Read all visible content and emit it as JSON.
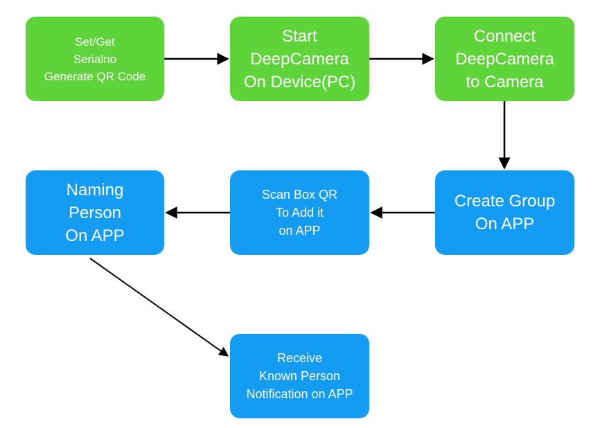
{
  "nodes": {
    "serial": {
      "lines": [
        "Set/Get",
        "Serialno",
        "Generate QR Code"
      ]
    },
    "start": {
      "lines": [
        "Start",
        "DeepCamera",
        "On Device(PC)"
      ]
    },
    "connect": {
      "lines": [
        "Connect",
        "DeepCamera",
        "to Camera"
      ]
    },
    "group": {
      "lines": [
        "Create Group",
        "On APP"
      ]
    },
    "scan": {
      "lines": [
        "Scan Box QR",
        "To Add it",
        "on APP"
      ]
    },
    "naming": {
      "lines": [
        "Naming",
        "Person",
        "On APP"
      ]
    },
    "receive": {
      "lines": [
        "Receive",
        "Known Person",
        "Notification on APP"
      ]
    }
  },
  "colors": {
    "green": "#5fd43a",
    "blue": "#139cf2",
    "text": "#ffffff",
    "arrow": "#000000"
  },
  "edges": [
    {
      "from": "serial",
      "to": "start"
    },
    {
      "from": "start",
      "to": "connect"
    },
    {
      "from": "connect",
      "to": "group"
    },
    {
      "from": "group",
      "to": "scan"
    },
    {
      "from": "scan",
      "to": "naming"
    },
    {
      "from": "naming",
      "to": "receive"
    }
  ]
}
